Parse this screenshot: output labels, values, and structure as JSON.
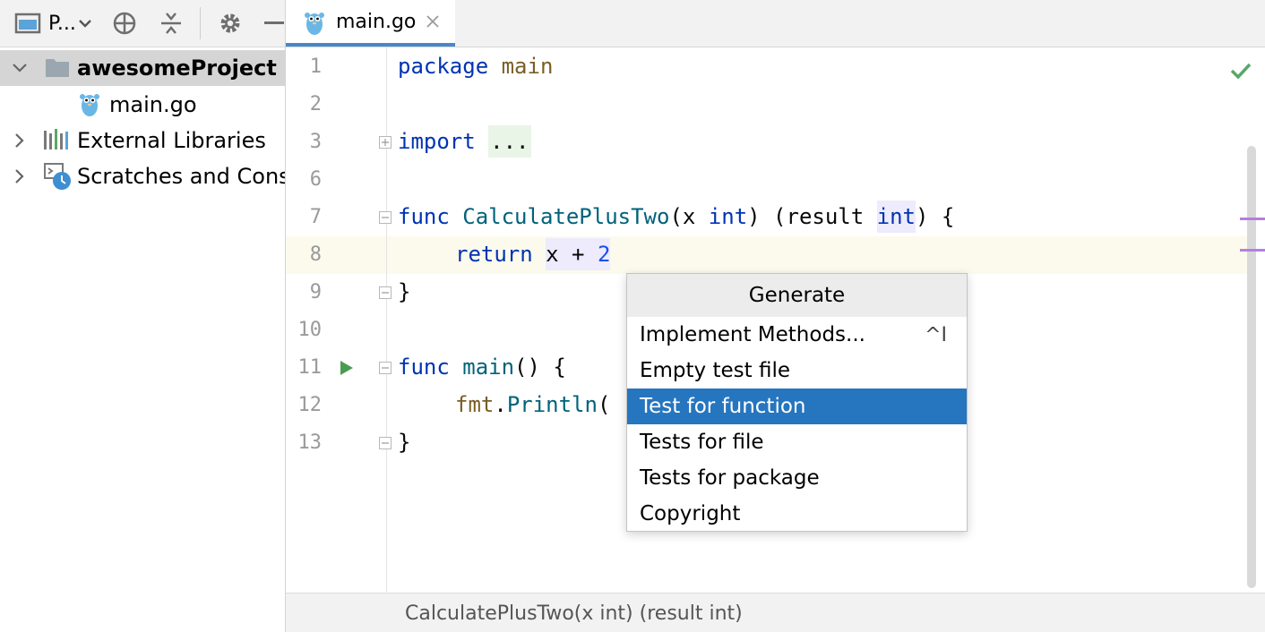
{
  "project_panel": {
    "view_label": "P...",
    "toolbar_icons": [
      "panel-icon",
      "chevron-down-icon",
      "crosshair-icon",
      "collapse-icon",
      "gear-icon",
      "minimize-icon"
    ],
    "tree": [
      {
        "label": "awesomeProject",
        "icon": "folder-icon",
        "expanded": true,
        "selected": true
      },
      {
        "label": "main.go",
        "icon": "go-file-icon"
      },
      {
        "label": "External Libraries",
        "icon": "libraries-icon",
        "expanded": false
      },
      {
        "label": "Scratches and Consoles",
        "icon": "scratches-icon",
        "expanded": false
      }
    ]
  },
  "editor": {
    "tab": {
      "label": "main.go",
      "icon": "go-file-icon"
    },
    "line_numbers": [
      "1",
      "2",
      "3",
      "6",
      "7",
      "8",
      "9",
      "10",
      "11",
      "12",
      "13"
    ],
    "code": {
      "l1_kw": "package",
      "l1_name": "main",
      "l3_kw": "import",
      "l3_fold": "...",
      "l7_kw": "func",
      "l7_fn": "CalculatePlusTwo",
      "l7_p1": "(x ",
      "l7_t1": "int",
      "l7_p2": ") (result ",
      "l7_t2": "int",
      "l7_p3": ") {",
      "l8_kw": "return",
      "l8_expr": "x + ",
      "l8_num": "2",
      "l9": "}",
      "l11_kw": "func",
      "l11_fn": "main",
      "l11_rest": "() {",
      "l12_pk": "fmt",
      "l12_dot": ".",
      "l12_fn": "Println",
      "l12_rest": "(",
      "l13": "}"
    }
  },
  "generate_popup": {
    "title": "Generate",
    "items": [
      {
        "label": "Implement Methods...",
        "shortcut": "^I"
      },
      {
        "label": "Empty test file"
      },
      {
        "label": "Test for function",
        "selected": true
      },
      {
        "label": "Tests for file"
      },
      {
        "label": "Tests for package"
      },
      {
        "label": "Copyright"
      }
    ]
  },
  "status_bar": {
    "text": "CalculatePlusTwo(x int) (result int)"
  },
  "colors": {
    "accent": "#2675bf",
    "tab_underline": "#4a86c7",
    "check": "#59a869",
    "run": "#499c54"
  }
}
